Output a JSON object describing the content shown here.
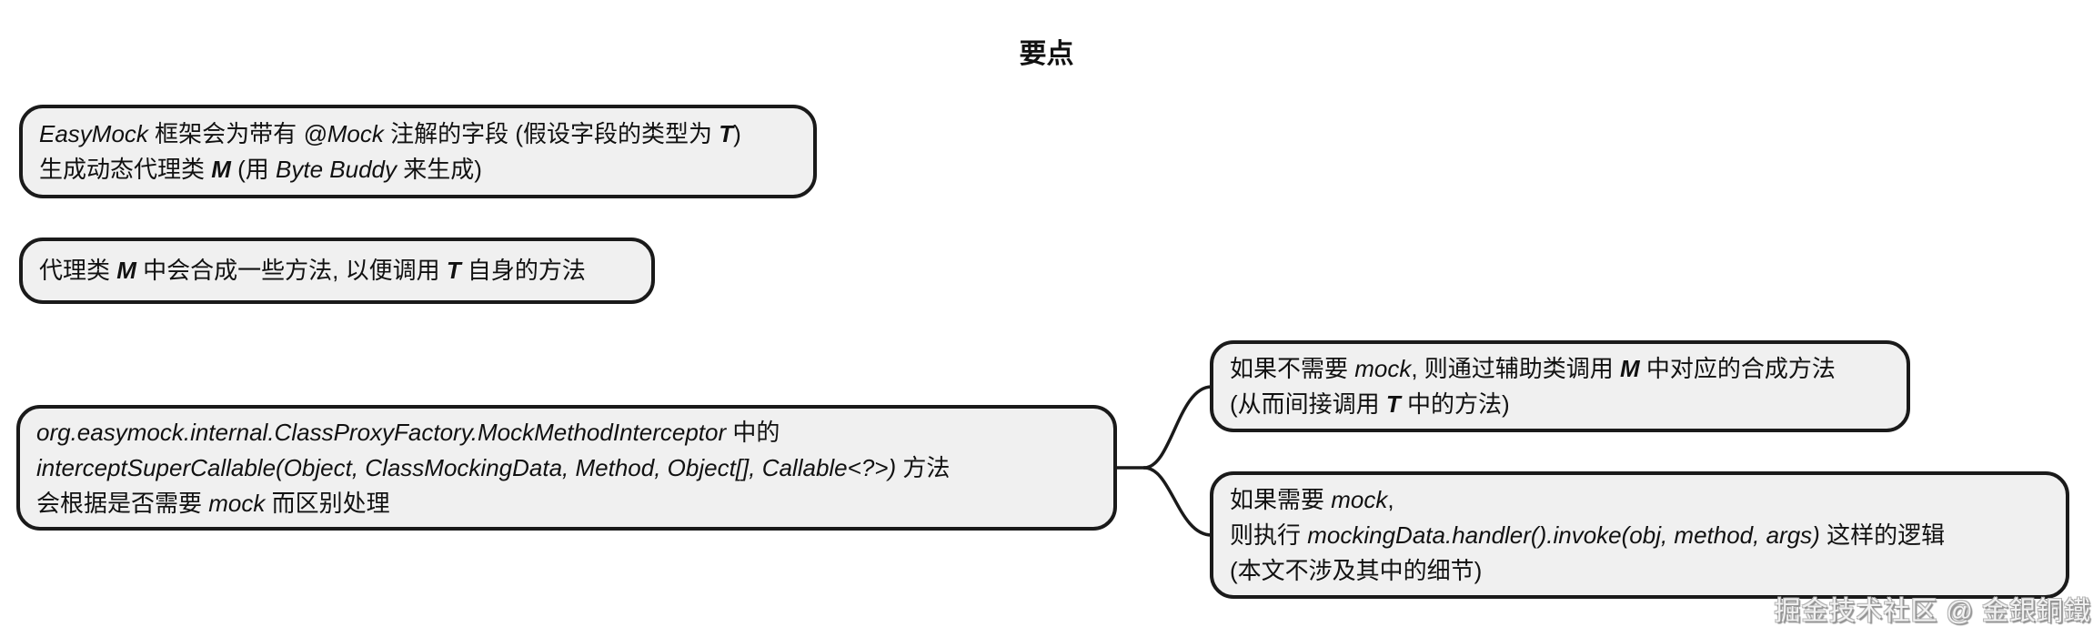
{
  "title": "要点",
  "watermark": "掘金技术社区 @ 金銀銅鐵",
  "colors": {
    "background": "#ffffff",
    "box_fill": "#f0f0f0",
    "box_border": "#1a1a1a",
    "connector": "#1a1a1a",
    "text": "#111111",
    "watermark_gray": "#b5b5b5"
  },
  "nodes": {
    "easymock": {
      "lines": [
        {
          "segs": [
            {
              "t": "EasyMock",
              "style": "italic"
            },
            {
              "t": " 框架会为带有 ",
              "style": "normal"
            },
            {
              "t": "@Mock",
              "style": "italic"
            },
            {
              "t": " 注解的字段 (假设字段的类型为 ",
              "style": "normal"
            },
            {
              "t": "T",
              "style": "bold-italic"
            },
            {
              "t": ")",
              "style": "normal"
            }
          ]
        },
        {
          "segs": [
            {
              "t": "生成动态代理类 ",
              "style": "normal"
            },
            {
              "t": "M",
              "style": "bold-italic"
            },
            {
              "t": " (用 ",
              "style": "normal"
            },
            {
              "t": "Byte Buddy",
              "style": "italic"
            },
            {
              "t": " 来生成)",
              "style": "normal"
            }
          ]
        }
      ]
    },
    "proxy_methods": {
      "lines": [
        {
          "segs": [
            {
              "t": "代理类 ",
              "style": "normal"
            },
            {
              "t": "M",
              "style": "bold-italic"
            },
            {
              "t": " 中会合成一些方法, 以便调用 ",
              "style": "normal"
            },
            {
              "t": "T",
              "style": "bold-italic"
            },
            {
              "t": " 自身的方法",
              "style": "normal"
            }
          ]
        }
      ]
    },
    "interceptor": {
      "lines": [
        {
          "segs": [
            {
              "t": "org.easymock.internal.ClassProxyFactory.MockMethodInterceptor",
              "style": "italic"
            },
            {
              "t": " 中的",
              "style": "normal"
            }
          ]
        },
        {
          "segs": [
            {
              "t": "interceptSuperCallable(Object, ClassMockingData, Method, Object[], Callable<?>)",
              "style": "italic"
            },
            {
              "t": " 方法",
              "style": "normal"
            }
          ]
        },
        {
          "segs": [
            {
              "t": "会根据是否需要 ",
              "style": "normal"
            },
            {
              "t": "mock",
              "style": "italic"
            },
            {
              "t": " 而区别处理",
              "style": "normal"
            }
          ]
        }
      ]
    },
    "no_mock_branch": {
      "lines": [
        {
          "segs": [
            {
              "t": "如果不需要 ",
              "style": "normal"
            },
            {
              "t": "mock",
              "style": "italic"
            },
            {
              "t": ", 则通过辅助类调用 ",
              "style": "normal"
            },
            {
              "t": "M",
              "style": "bold-italic"
            },
            {
              "t": " 中对应的合成方法",
              "style": "normal"
            }
          ]
        },
        {
          "segs": [
            {
              "t": "(从而间接调用 ",
              "style": "normal"
            },
            {
              "t": "T",
              "style": "bold-italic"
            },
            {
              "t": " 中的方法)",
              "style": "normal"
            }
          ]
        }
      ]
    },
    "mock_branch": {
      "lines": [
        {
          "segs": [
            {
              "t": "如果需要 ",
              "style": "normal"
            },
            {
              "t": "mock",
              "style": "italic"
            },
            {
              "t": ",",
              "style": "normal"
            }
          ]
        },
        {
          "segs": [
            {
              "t": "则执行 ",
              "style": "normal"
            },
            {
              "t": "mockingData.handler().invoke(obj, method, args)",
              "style": "italic"
            },
            {
              "t": " 这样的逻辑",
              "style": "normal"
            }
          ]
        },
        {
          "segs": [
            {
              "t": "(本文不涉及其中的细节)",
              "style": "normal"
            }
          ]
        }
      ]
    }
  }
}
